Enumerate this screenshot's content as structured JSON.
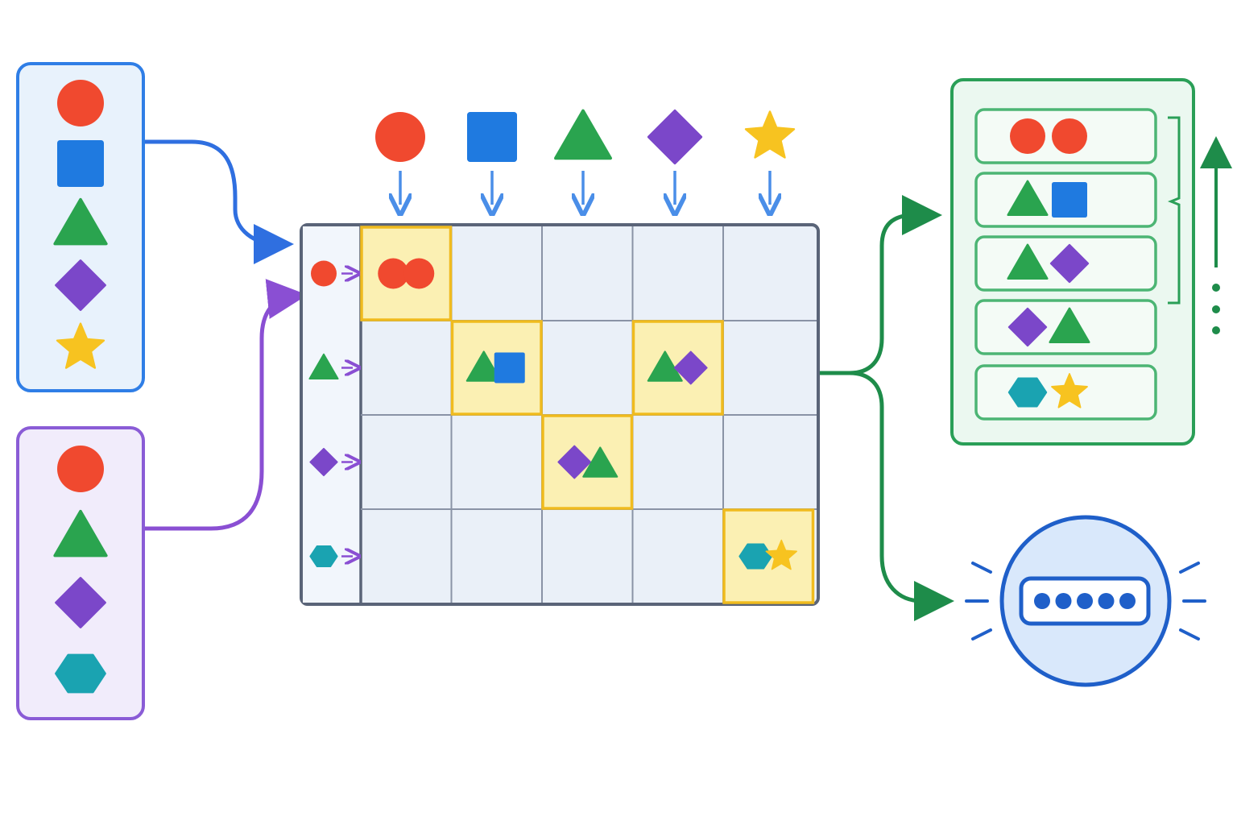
{
  "diagram": {
    "kind": "shape-pair matching matrix",
    "colors": {
      "red": "#f0492f",
      "blue": "#1f7ae0",
      "green": "#2aa44f",
      "purple": "#7b47c9",
      "yellow": "#f7c320",
      "teal": "#1aa3b1",
      "listA_border": "#2f7ee6",
      "listA_fill": "#e8f2fc",
      "listB_border": "#8a5cd6",
      "listB_fill": "#f1ecfb",
      "grid_border": "#5a6478",
      "grid_fill": "#eaf0f8",
      "match_fill": "#fbf0b3",
      "match_border": "#f0bb1e",
      "result_border": "#2a9f57",
      "result_fill": "#ebf8f0",
      "out_border": "#1f5fc9",
      "out_fill": "#d9e8fb"
    },
    "list_a": {
      "icons": [
        "circle",
        "square",
        "triangle",
        "diamond",
        "star"
      ]
    },
    "list_b": {
      "icons": [
        "circle",
        "triangle",
        "diamond",
        "hexagon"
      ]
    },
    "matrix": {
      "columns": [
        "circle",
        "square",
        "triangle",
        "diamond",
        "star"
      ],
      "rows": [
        "circle",
        "triangle",
        "diamond",
        "hexagon"
      ],
      "matches": [
        {
          "row": 0,
          "col": 0,
          "icons": [
            "circle",
            "circle"
          ]
        },
        {
          "row": 1,
          "col": 1,
          "icons": [
            "triangle",
            "square"
          ]
        },
        {
          "row": 1,
          "col": 3,
          "icons": [
            "triangle",
            "diamond"
          ]
        },
        {
          "row": 2,
          "col": 2,
          "icons": [
            "diamond",
            "triangle"
          ]
        },
        {
          "row": 3,
          "col": 4,
          "icons": [
            "hexagon",
            "star"
          ]
        }
      ]
    },
    "results": {
      "rows": [
        [
          "circle",
          "circle"
        ],
        [
          "triangle",
          "square"
        ],
        [
          "triangle",
          "diamond"
        ],
        [
          "diamond",
          "triangle"
        ],
        [
          "hexagon",
          "star"
        ]
      ]
    },
    "output_node": {
      "icon": "password-dots-icon",
      "dot_count": 5
    }
  }
}
